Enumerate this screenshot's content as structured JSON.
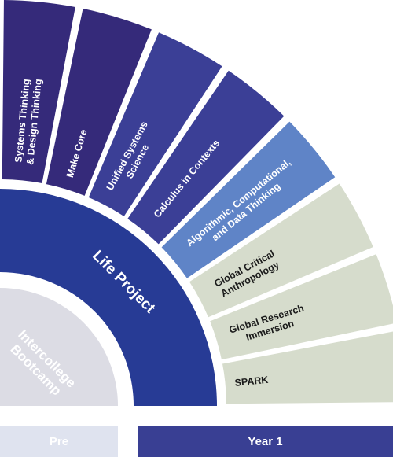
{
  "center": {
    "label_lines": [
      "Intercollege",
      "Bootcamp"
    ],
    "color": "#dcdce4",
    "text_color": "#ffffff"
  },
  "middle": {
    "label": "Life Project",
    "color": "#273b95",
    "text_color": "#ffffff"
  },
  "outer_segments": [
    {
      "lines": [
        "Systems Thinking",
        "& Design Thinking"
      ],
      "color": "#352a7a",
      "text_color": "#ffffff"
    },
    {
      "lines": [
        "Make Core"
      ],
      "color": "#352a7a",
      "text_color": "#ffffff"
    },
    {
      "lines": [
        "Unified Systems",
        "Science"
      ],
      "color": "#3b3f96",
      "text_color": "#ffffff"
    },
    {
      "lines": [
        "Calculus in Contexts"
      ],
      "color": "#3b3f96",
      "text_color": "#ffffff"
    },
    {
      "lines": [
        "Algorithmic, Computational,",
        "and Data Thinking"
      ],
      "color": "#5f84c7",
      "text_color": "#ffffff"
    },
    {
      "lines": [
        "Global Critical",
        "Anthropology"
      ],
      "color": "#d6dccc",
      "text_color": "#1b1b1b"
    },
    {
      "lines": [
        "Global Research",
        "Immersion"
      ],
      "color": "#d6dccc",
      "text_color": "#1b1b1b"
    },
    {
      "lines": [
        "SPARK"
      ],
      "color": "#d6dccc",
      "text_color": "#1b1b1b"
    }
  ],
  "bars": {
    "pre": {
      "label": "Pre",
      "color": "#dfe3ef",
      "text_color": "#ffffff"
    },
    "year1": {
      "label": "Year 1",
      "color": "#393f93",
      "text_color": "#ffffff"
    }
  }
}
